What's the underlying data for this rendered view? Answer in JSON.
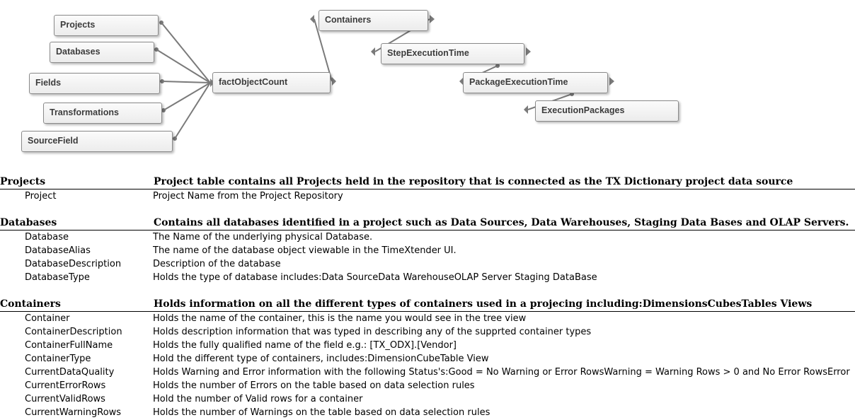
{
  "diagram": {
    "nodes": {
      "projects": "Projects",
      "databases": "Databases",
      "fields": "Fields",
      "transformations": "Transformations",
      "sourcefield": "SourceField",
      "factobjectcount": "factObjectCount",
      "containers": "Containers",
      "stepexecutiontime": "StepExecutionTime",
      "packageexecutiontime": "PackageExecutionTime",
      "executionpackages": "ExecutionPackages"
    }
  },
  "sections": [
    {
      "name": "Projects",
      "description": "Project table contains all Projects held in the repository that is connected as the TX Dictionary project data source",
      "rows": [
        {
          "field": "Project",
          "desc": "Project Name from the Project Repository"
        }
      ]
    },
    {
      "name": "Databases",
      "description": "Contains all databases identified in a project such as Data Sources, Data Warehouses, Staging Data Bases and OLAP Servers.",
      "rows": [
        {
          "field": "Database",
          "desc": "The Name of the underlying physical Database."
        },
        {
          "field": "DatabaseAlias",
          "desc": "The name of the database object viewable in the TimeXtender UI."
        },
        {
          "field": "DatabaseDescription",
          "desc": "Description of the database"
        },
        {
          "field": "DatabaseType",
          "desc": "Holds the type of database includes:Data SourceData WarehouseOLAP Server Staging DataBase"
        }
      ]
    },
    {
      "name": "Containers",
      "description": "Holds information on all the different types of containers used in a projecing including:DimensionsCubesTables Views",
      "rows": [
        {
          "field": "Container",
          "desc": "Holds the name of the container, this is the name you would see in the tree view"
        },
        {
          "field": "ContainerDescription",
          "desc": "Holds description information that was typed in describing any of the supprted container types"
        },
        {
          "field": "ContainerFullName",
          "desc": "Holds the fully qualified name of the field e.g.: [TX_ODX].[Vendor]"
        },
        {
          "field": "ContainerType",
          "desc": "Hold the different type of containers, includes:DimensionCubeTable View"
        },
        {
          "field": "CurrentDataQuality",
          "desc": "Holds Warning and Error information with the following Status's:Good = No Warning or Error RowsWarning = Warning Rows > 0 and No Error RowsError"
        },
        {
          "field": "CurrentErrorRows",
          "desc": "Holds the number of  Errors on the table based on data selection rules"
        },
        {
          "field": "CurrentValidRows",
          "desc": "Hold the number of Valid rows for a container"
        },
        {
          "field": "CurrentWarningRows",
          "desc": "Holds the number of  Warnings on the table based on data selection rules"
        }
      ]
    }
  ]
}
